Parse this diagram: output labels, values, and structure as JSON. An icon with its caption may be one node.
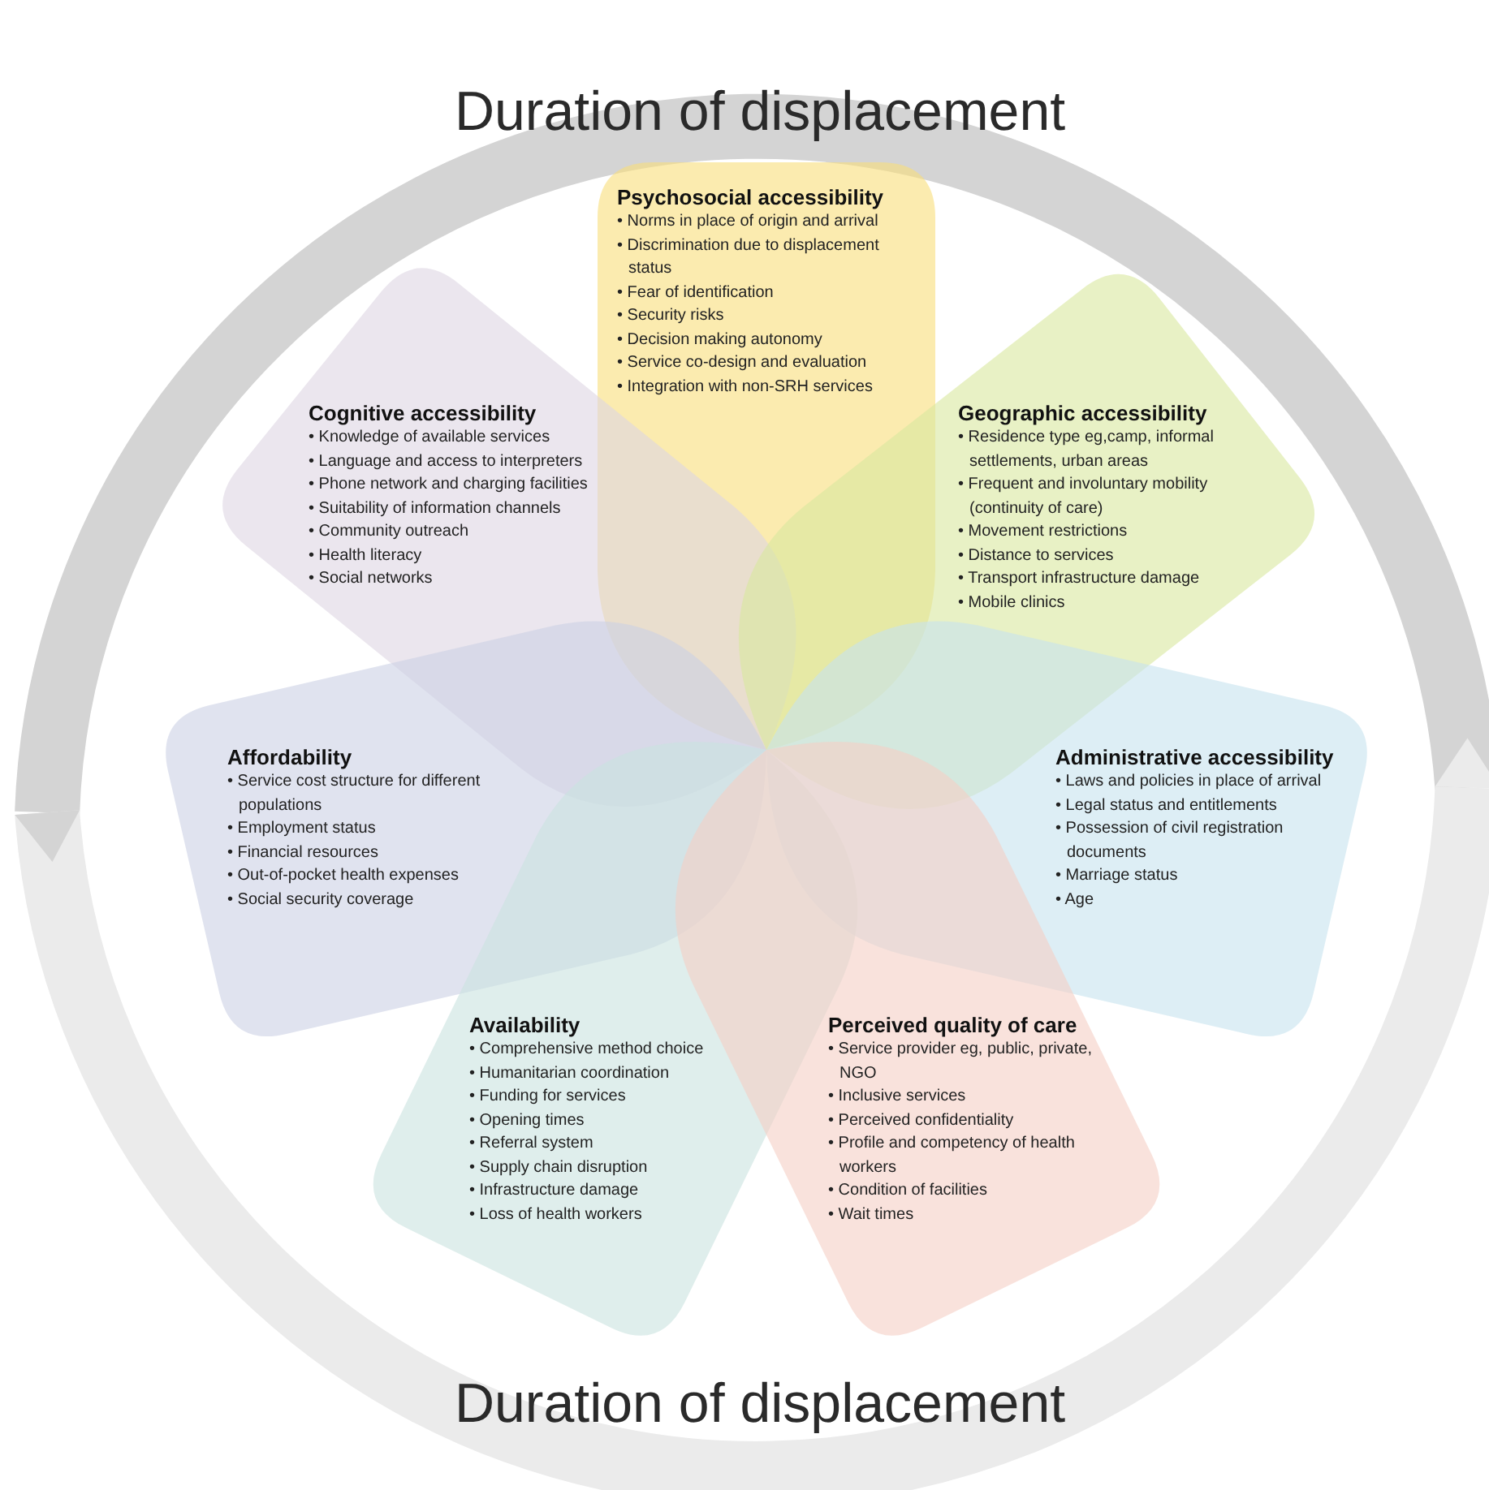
{
  "diagram": {
    "nodes": [
      {
        "text": [
          "Psychosocial accessibility",
          "• Norms in place of origin and arrival",
          "• Discrimination due to displacement status",
          "• Fear of identification",
          "• Security risks",
          "• Decision making autonomy",
          "• Service co-design and evaluation",
          "• Integration with non-SRH services"
        ]
      },
      {
        "text": [
          "Cognitive accessibility",
          "• Knowledge of available services",
          "• Language and access to interpreters",
          "• Phone network and charging facilities",
          "• Suitability of information channels",
          "• Community outreach",
          "• Health literacy",
          "• Social networks"
        ]
      },
      {
        "text": [
          "Geographic accessibility",
          "• Residence type eg,camp, informal settlements, urban areas",
          "• Frequent and involuntary mobility (continuity of care)",
          "• Movement restrictions",
          "• Distance to services",
          "• Transport infrastructure damage",
          "• Mobile clinics"
        ]
      },
      {
        "text": [
          "Affordability",
          "• Service cost structure for different populations",
          "• Employment status",
          "• Financial resources",
          "• Out-of-pocket health expenses",
          "• Social security coverage"
        ]
      },
      {
        "text": [
          "Administrative accessibility",
          "• Laws and policies in place of arrival",
          "• Legal status and entitlements",
          "• Possession of civil registration documents",
          "• Marriage status",
          "• Age"
        ]
      },
      {
        "text": [
          "Availability",
          "• Comprehensive method choice",
          "• Humanitarian coordination",
          "• Funding for services",
          "• Opening times",
          "• Referral system",
          "• Supply chain disruption",
          "• Infrastructure damage",
          "• Loss of health workers"
        ]
      },
      {
        "text": [
          "Perceived quality of care",
          "• Service provider eg, public, private, NGO",
          "• Inclusive services",
          "• Perceived confidentiality",
          "• Profile and competency of health workers",
          "• Condition of facilities",
          "• Wait times"
        ]
      }
    ],
    "labels": [
      "Duration of displacement",
      "Duration of displacement"
    ]
  }
}
